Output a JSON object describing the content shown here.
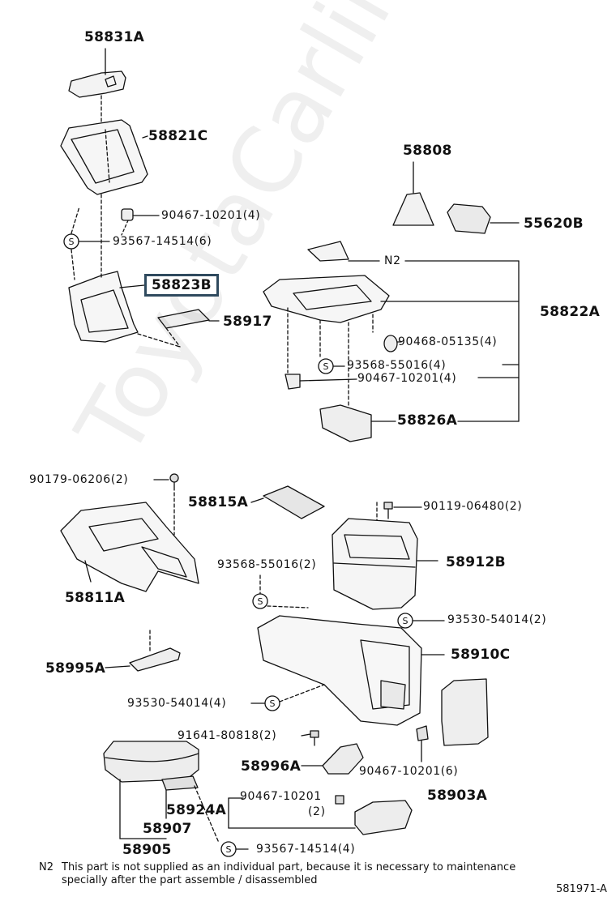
{
  "watermark": "ToyotaCarline.ru",
  "parts": {
    "p58831A": "58831A",
    "p58821C": "58821C",
    "p90467_top": "90467-10201(4)",
    "p93567_top": "93567-14514(6)",
    "p58823B": "58823B",
    "p58917": "58917",
    "p58808": "58808",
    "p55620B": "55620B",
    "n2_top": "N2",
    "p58822A": "58822A",
    "p90468": "90468-05135(4)",
    "p93568_mid": "93568-55016(4)",
    "p90467_mid": "90467-10201(4)",
    "p58826A": "58826A",
    "p90179": "90179-06206(2)",
    "p58815A": "58815A",
    "p90119": "90119-06480(2)",
    "p58811A": "58811A",
    "p93568_low": "93568-55016(2)",
    "p58912B": "58912B",
    "p93530_right": "93530-54014(2)",
    "p58995A": "58995A",
    "p58910C": "58910C",
    "p93530_left": "93530-54014(4)",
    "p91641": "91641-80818(2)",
    "p58996A": "58996A",
    "p90467_low": "90467-10201(6)",
    "p58903A": "58903A",
    "p90467_bottom": "90467-10201",
    "p90467_bottom_qty": "(2)",
    "p58924A": "58924A",
    "p58907": "58907",
    "p58905": "58905",
    "p93567_bottom": "93567-14514(4)"
  },
  "footnote": {
    "code": "N2",
    "line1": "This part is not supplied as an individual part, because it is necessary to maintenance",
    "line2": "specially after the part assemble / disassembled"
  },
  "figure_id": "581971-A",
  "symbol_s": "S"
}
